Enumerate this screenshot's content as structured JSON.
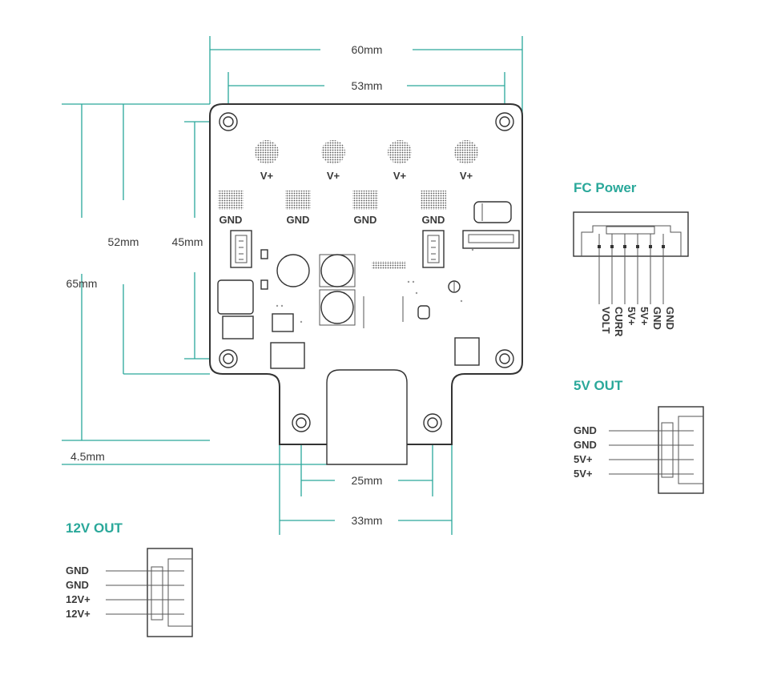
{
  "dimensions": {
    "width_outer": "60mm",
    "width_holes": "53mm",
    "height_outer": "65mm",
    "height_board": "52mm",
    "height_holes": "45mm",
    "tab_offset": "4.5mm",
    "tab_holes": "25mm",
    "tab_width": "33mm"
  },
  "pads": {
    "vplus": [
      "V+",
      "V+",
      "V+",
      "V+"
    ],
    "gnd": [
      "GND",
      "GND",
      "GND",
      "GND"
    ]
  },
  "fc_power": {
    "title": "FC Power",
    "pins": [
      "VOLT",
      "CURR",
      "5V+",
      "5V+",
      "GND",
      "GND"
    ]
  },
  "out_5v": {
    "title": "5V OUT",
    "pins": [
      "GND",
      "GND",
      "5V+",
      "5V+"
    ]
  },
  "out_12v": {
    "title": "12V OUT",
    "pins": [
      "GND",
      "GND",
      "12V+",
      "12V+"
    ]
  },
  "colors": {
    "accent": "#2aa89a",
    "line": "#333333"
  }
}
